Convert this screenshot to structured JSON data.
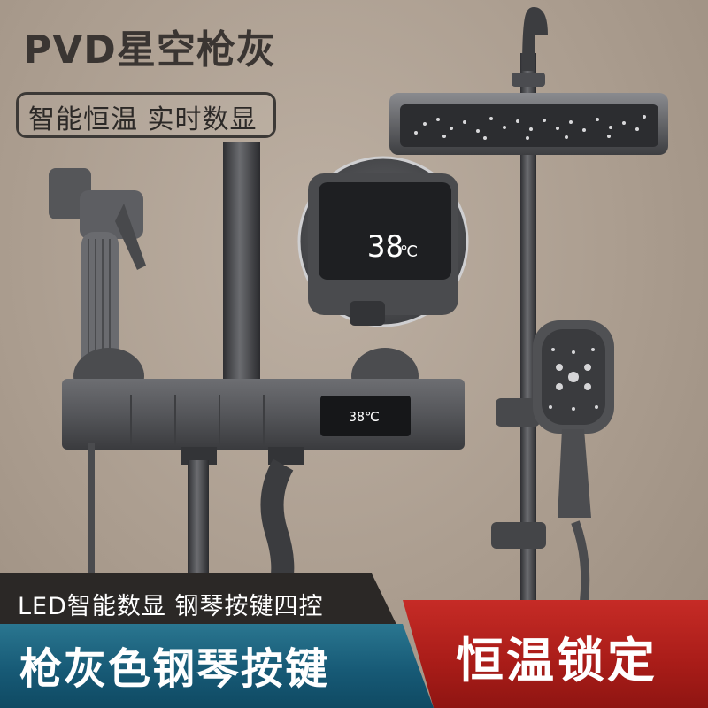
{
  "header": {
    "title": "PVD星空枪灰",
    "subtitle": "智能恒温 实时数显"
  },
  "display": {
    "zoom_temperature": "38",
    "zoom_unit": "℃",
    "panel_temperature": "38℃"
  },
  "features": {
    "led_text": "LED智能数显  钢琴按键四控"
  },
  "banners": {
    "left": "枪灰色钢琴按键",
    "right": "恒温锁定"
  },
  "colors": {
    "background": "#ab9d8f",
    "metal": "#4a4b4e",
    "blue_banner": "#175a76",
    "red_banner": "#b01f1b",
    "dark_band": "#2b2826"
  }
}
